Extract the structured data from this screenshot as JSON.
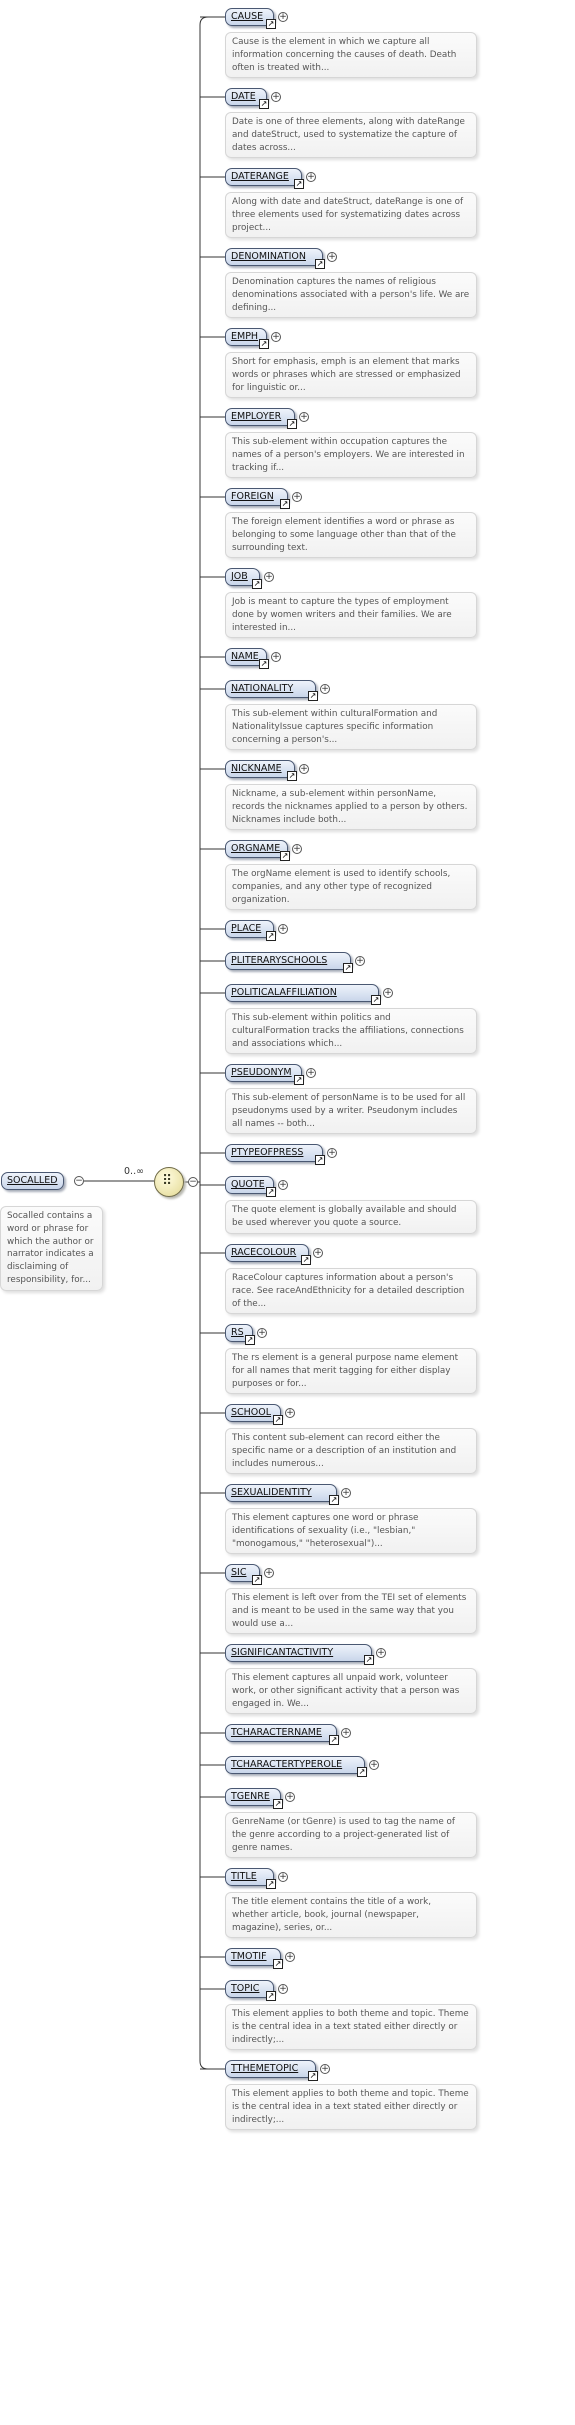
{
  "root": {
    "name": "SOCALLED",
    "description": "Socalled contains a word or phrase for which the author or narrator indicates a disclaiming of responsibility, for...",
    "multiplicity": "0..∞",
    "expand_symbol": "−"
  },
  "compositor": {
    "type": "sequence",
    "symbol": "⠿"
  },
  "children": [
    {
      "name": "CAUSE",
      "ref": true,
      "description": "Cause is the element in which we capture all information concerning the causes of death. Death often is treated with..."
    },
    {
      "name": "DATE",
      "ref": true,
      "description": "Date is one of three elements, along with dateRange and dateStruct, used to systematize the capture of dates across..."
    },
    {
      "name": "DATERANGE",
      "ref": true,
      "description": "Along with date and dateStruct, dateRange is one of three elements used for systematizing dates across project..."
    },
    {
      "name": "DENOMINATION",
      "ref": true,
      "description": "Denomination captures the names of religious denominations associated with a person's life. We are defining..."
    },
    {
      "name": "EMPH",
      "ref": true,
      "description": "Short for emphasis, emph is an element that marks words or phrases which are stressed or emphasized for linguistic or..."
    },
    {
      "name": "EMPLOYER",
      "ref": true,
      "description": "This sub-element within occupation captures the names of a person's employers. We are interested in tracking if..."
    },
    {
      "name": "FOREIGN",
      "ref": true,
      "description": "The foreign element identifies a word or phrase as belonging to some language other than that of the surrounding text."
    },
    {
      "name": "JOB",
      "ref": true,
      "description": "Job is meant to capture the types of employment done by women writers and their families. We are interested in..."
    },
    {
      "name": "NAME",
      "ref": true,
      "description": ""
    },
    {
      "name": "NATIONALITY",
      "ref": true,
      "description": "This sub-element within culturalFormation and NationalityIssue captures specific information concerning a person's..."
    },
    {
      "name": "NICKNAME",
      "ref": true,
      "description": "Nickname, a sub-element within personName, records the nicknames applied to a person by others. Nicknames include both..."
    },
    {
      "name": "ORGNAME",
      "ref": true,
      "description": "The orgName element is used to identify schools, companies, and any other type of recognized organization."
    },
    {
      "name": "PLACE",
      "ref": true,
      "description": ""
    },
    {
      "name": "PLITERARYSCHOOLS",
      "ref": true,
      "description": ""
    },
    {
      "name": "POLITICALAFFILIATION",
      "ref": true,
      "description": "This sub-element within politics and culturalFormation tracks the affiliations, connections and associations which..."
    },
    {
      "name": "PSEUDONYM",
      "ref": true,
      "description": "This sub-element of personName is to be used for all pseudonyms used by a writer. Pseudonym includes all names -- both..."
    },
    {
      "name": "PTYPEOFPRESS",
      "ref": true,
      "description": ""
    },
    {
      "name": "QUOTE",
      "ref": true,
      "description": "The quote element is globally available and should be used wherever you quote a source."
    },
    {
      "name": "RACECOLOUR",
      "ref": true,
      "description": "RaceColour captures information about a person's race. See raceAndEthnicity for a detailed description of the..."
    },
    {
      "name": "RS",
      "ref": true,
      "description": "The rs element is a general purpose name element for all names that merit tagging for either display purposes or for..."
    },
    {
      "name": "SCHOOL",
      "ref": true,
      "description": "This content sub-element can record either the specific name or a description of an institution and includes numerous..."
    },
    {
      "name": "SEXUALIDENTITY",
      "ref": true,
      "description": "This element captures one word or phrase identifications of sexuality (i.e., \"lesbian,\" \"monogamous,\" \"heterosexual\")..."
    },
    {
      "name": "SIC",
      "ref": true,
      "description": "This element is left over from the TEI set of elements and is meant to be used in the same way that you would use a..."
    },
    {
      "name": "SIGNIFICANTACTIVITY",
      "ref": true,
      "description": "This element captures all unpaid work, volunteer work, or other significant activity that a person was engaged in. We..."
    },
    {
      "name": "TCHARACTERNAME",
      "ref": true,
      "description": ""
    },
    {
      "name": "TCHARACTERTYPEROLE",
      "ref": true,
      "description": ""
    },
    {
      "name": "TGENRE",
      "ref": true,
      "description": "GenreName (or tGenre) is used to tag the name of the genre according to a project-generated list of genre names."
    },
    {
      "name": "TITLE",
      "ref": true,
      "description": "The title element contains the title of a work, whether article, book, journal (newspaper, magazine), series, or..."
    },
    {
      "name": "TMOTIF",
      "ref": true,
      "description": ""
    },
    {
      "name": "TOPIC",
      "ref": true,
      "description": "This element applies to both theme and topic. Theme is the central idea in a text stated either directly or indirectly;..."
    },
    {
      "name": "TTHEMETOPIC",
      "ref": true,
      "description": "This element applies to both theme and topic. Theme is the central idea in a text stated either directly or indirectly;..."
    }
  ]
}
